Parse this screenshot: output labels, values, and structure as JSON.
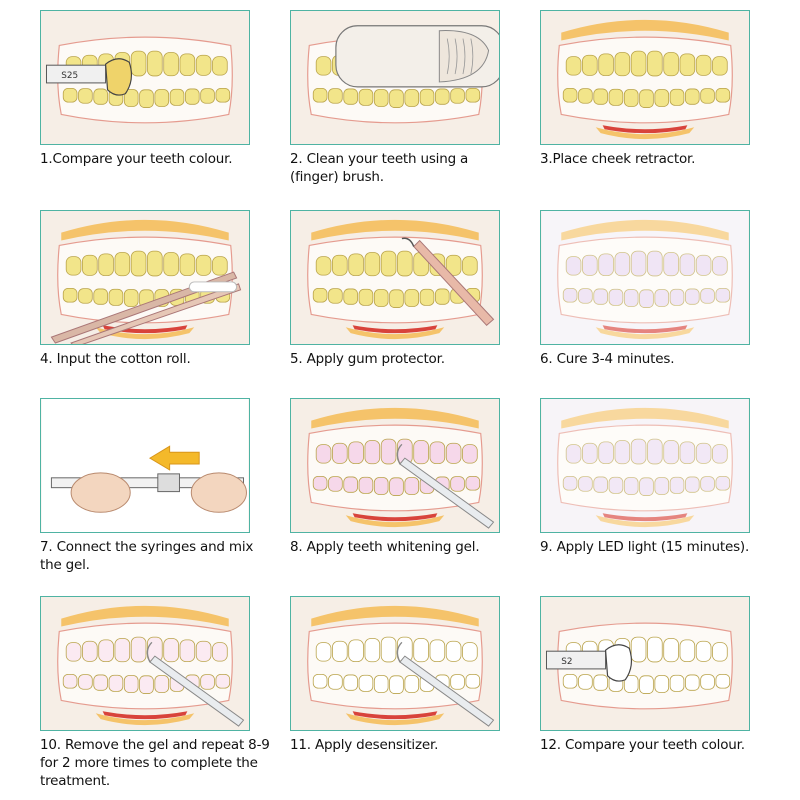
{
  "steps": [
    {
      "caption": "1.Compare your teeth colour.",
      "scene": "shade-guide",
      "tooth_color": "#f2e58a",
      "shade_label": "S25"
    },
    {
      "caption": "2. Clean your teeth using a (finger) brush.",
      "scene": "finger-brush",
      "tooth_color": "#f2e58a"
    },
    {
      "caption": "3.Place cheek retractor.",
      "scene": "retractor",
      "tooth_color": "#f2e58a"
    },
    {
      "caption": "4. Input the cotton roll.",
      "scene": "cotton-roll",
      "tooth_color": "#f2e58a"
    },
    {
      "caption": "5. Apply gum protector.",
      "scene": "gum-protector",
      "tooth_color": "#f2e58a"
    },
    {
      "caption": "6. Cure 3-4 minutes.",
      "scene": "cure",
      "tooth_color": "#e9d8f0"
    },
    {
      "caption": "7. Connect the syringes and mix the gel.",
      "scene": "syringes"
    },
    {
      "caption": "8. Apply teeth whitening gel.",
      "scene": "whitening-gel",
      "tooth_color": "#f6d8ea"
    },
    {
      "caption": "9. Apply LED light (15 minutes).",
      "scene": "led-light",
      "tooth_color": "#ecdcf2"
    },
    {
      "caption": "10. Remove the gel and repeat 8-9 for 2 more times to complete the treatment.",
      "scene": "remove-gel",
      "tooth_color": "#fbeaf2"
    },
    {
      "caption": "11. Apply desensitizer.",
      "scene": "desensitizer",
      "tooth_color": "#ffffff"
    },
    {
      "caption": "12. Compare your teeth colour.",
      "scene": "shade-guide-final",
      "tooth_color": "#ffffff",
      "shade_label": "S2"
    }
  ],
  "colors": {
    "panel_border": "#4fb3a3",
    "panel_bg": "#f6eee6",
    "gum_outline": "#e59b8f",
    "lip_outer": "#f5c36a",
    "lip_inner": "#d8433b",
    "arrow": "#f4b92a"
  }
}
